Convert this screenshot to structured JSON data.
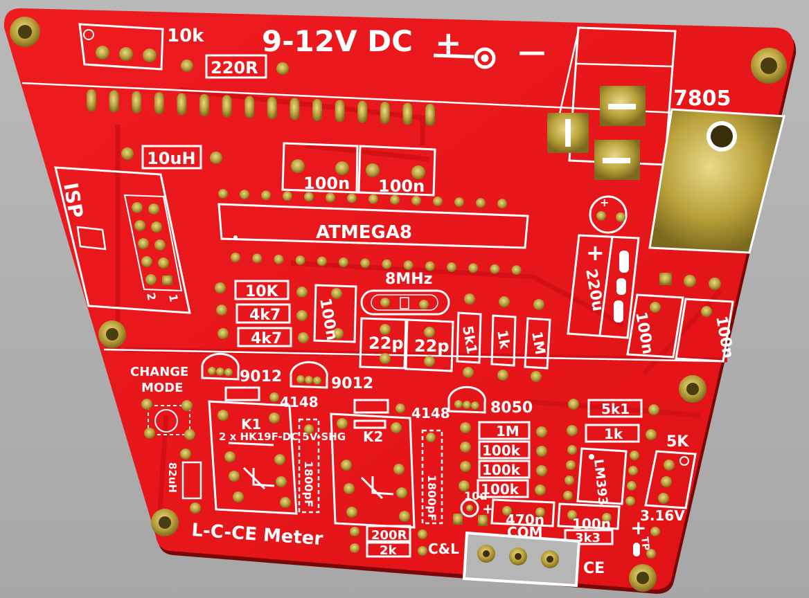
{
  "board": {
    "title": "L-C-CE Meter",
    "power_label": "9-12V DC",
    "plus": "+",
    "minus": "—",
    "mcu": "ATMEGA8",
    "crystal": "8MHz",
    "regulator": "7805",
    "isp": "ISP",
    "isp_pin2": "2",
    "isp_pin1": "1",
    "change_mode": "CHANGE",
    "change_mode2": "MODE",
    "relay_note": "2 x HK19F-DC 5V-SHG",
    "k1": "K1",
    "k2": "K2",
    "com": "COM",
    "ce": "CE",
    "cl": "C&L",
    "voltage": "3.16V",
    "tp": "TP"
  },
  "components": {
    "pot_10k": "10k",
    "r_220r_top": "220R",
    "ind_10uh": "10uH",
    "cap_100n_a": "100n",
    "cap_100n_b": "100n",
    "cap_100n_c": "100n",
    "cap_100n_d": "100n",
    "cap_100n_e": "100n",
    "cap_100n_f": "100n",
    "cap_220u": "220u",
    "r_10k": "10K",
    "r_4k7_a": "4k7",
    "r_4k7_b": "4k7",
    "cap_22p_a": "22p",
    "cap_22p_b": "22p",
    "r_5k1_v": "5k1",
    "r_1k_v": "1k",
    "r_1m_v": "1M",
    "q_9012_a": "9012",
    "q_9012_b": "9012",
    "q_8050": "8050",
    "d_4148_a": "4148",
    "d_4148_b": "4148",
    "cap_1800pf_a": "1800pF",
    "cap_1800pf_b": "1800pF",
    "ind_82uh": "82uH",
    "r_1m": "1M",
    "r_100k_a": "100k",
    "r_100k_b": "100k",
    "r_100k_c": "100k",
    "r_5k1": "5k1",
    "r_1k": "1k",
    "ic_lm393": "LM393",
    "pot_5k": "5K",
    "cap_10u": "10u",
    "cap_470n": "470n",
    "r_3k3": "3k3",
    "r_200r": "200R",
    "r_2k": "2k"
  },
  "colors": {
    "pcb": "#e8171b",
    "silk": "#ffffff",
    "pad": "#c9b24a",
    "background": "#b0b0b0"
  }
}
